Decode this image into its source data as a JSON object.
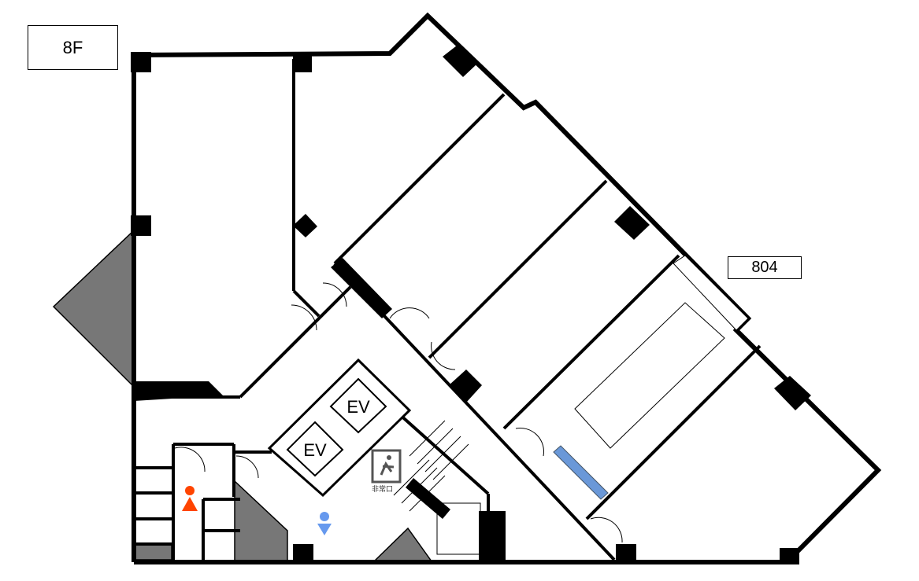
{
  "floor_label": "8F",
  "room_label": "804",
  "elevators": [
    "EV",
    "EV"
  ],
  "exit_sign": "非常口",
  "colors": {
    "wall": "#000000",
    "shaft": "#777777",
    "female": "#ff4400",
    "male": "#6699ee",
    "screen": "#6a98d8"
  }
}
